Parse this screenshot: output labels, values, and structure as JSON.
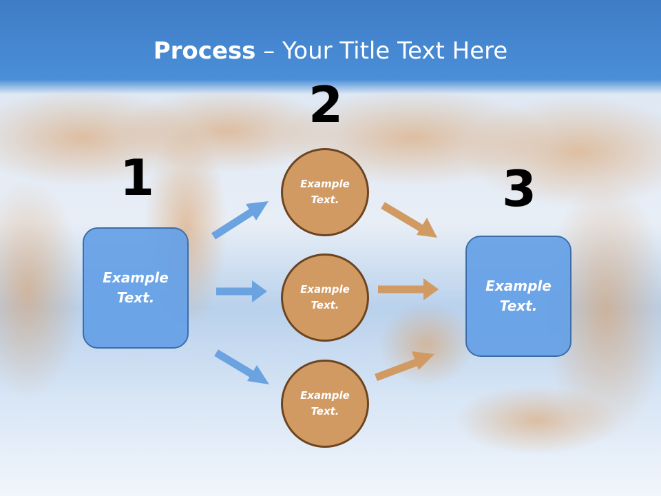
{
  "title": {
    "bold": "Process",
    "rest": " – Your Title Text Here"
  },
  "steps": [
    {
      "number": "1",
      "text": "Example Text."
    },
    {
      "number": "2",
      "items": [
        "Example Text.",
        "Example Text.",
        "Example Text."
      ]
    },
    {
      "number": "3",
      "text": "Example Text."
    }
  ],
  "colors": {
    "header_blue": "#4a8fd8",
    "box_fill": "#64a0e6",
    "box_border": "#3b6ea8",
    "circle_fill": "#d19a63",
    "circle_border": "#6b4420",
    "arrow_blue": "#6aa3e0",
    "arrow_orange": "#d19a63"
  }
}
